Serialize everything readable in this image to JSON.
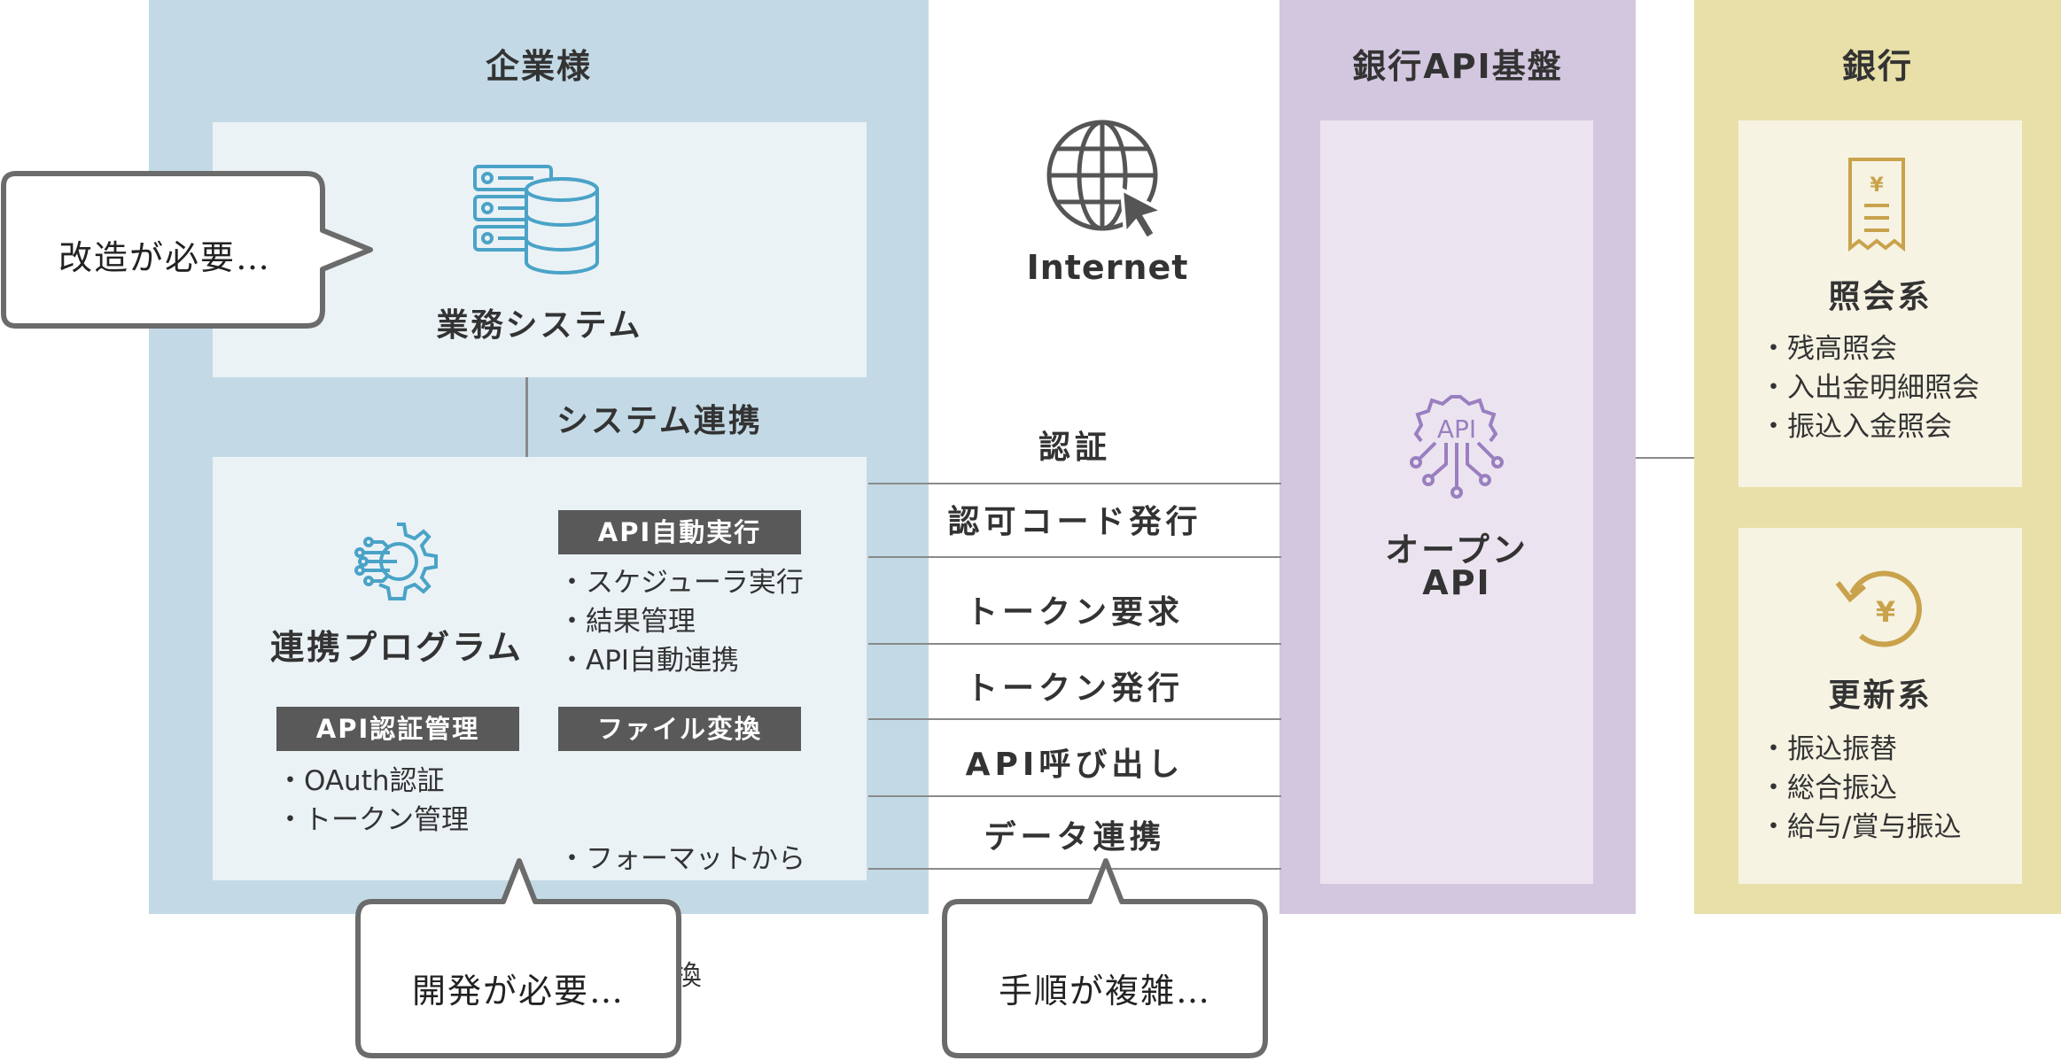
{
  "colors": {
    "company_panel": "#c3dae6",
    "company_box": "#eaf2f6",
    "platform_panel": "#d3c6df",
    "platform_box": "#ebe4f0",
    "bank_panel": "#e8e0a8",
    "bank_box": "#f6f3e3",
    "tag_bg": "#595959",
    "icon_blue": "#4aa3c7",
    "icon_purple": "#9a7fc0",
    "icon_gold": "#c9a24c"
  },
  "company": {
    "title": "企業様",
    "business_system": {
      "label": "業務システム",
      "icon": "server-database-icon"
    },
    "system_link_label": "システム連携",
    "program": {
      "label": "連携プログラム",
      "icon": "gear-circuit-icon",
      "auto_exec": {
        "tag": "API自動実行",
        "items": [
          "・スケジューラ実行",
          "・結果管理",
          "・API自動連携"
        ]
      },
      "auth": {
        "tag": "API認証管理",
        "items": [
          "・OAuth認証",
          "・トークン管理"
        ]
      },
      "file_convert": {
        "tag": "ファイル変換",
        "items": [
          "・フォーマットから",
          "  APIに変換"
        ]
      }
    }
  },
  "internet": {
    "label": "Internet",
    "icon": "globe-cursor-icon"
  },
  "flow": {
    "auth_heading": "認証",
    "steps": [
      "認可コード発行",
      "トークン要求",
      "トークン発行",
      "API呼び出し",
      "データ連携"
    ]
  },
  "platform": {
    "title": "銀行API基盤",
    "open_api": {
      "line1": "オープン",
      "line2": "API",
      "icon": "api-gear-circuit-icon"
    }
  },
  "bank": {
    "title": "銀行",
    "inquiry": {
      "label": "照会系",
      "icon": "receipt-yen-icon",
      "items": [
        "・残高照会",
        "・入出金明細照会",
        "・振込入金照会"
      ]
    },
    "update": {
      "label": "更新系",
      "icon": "yen-refresh-icon",
      "items": [
        "・振込振替",
        "・総合振込",
        "・給与/賞与振込"
      ]
    }
  },
  "callouts": {
    "modify": "改造が必要…",
    "develop": "開発が必要…",
    "complex": "手順が複雑…"
  }
}
